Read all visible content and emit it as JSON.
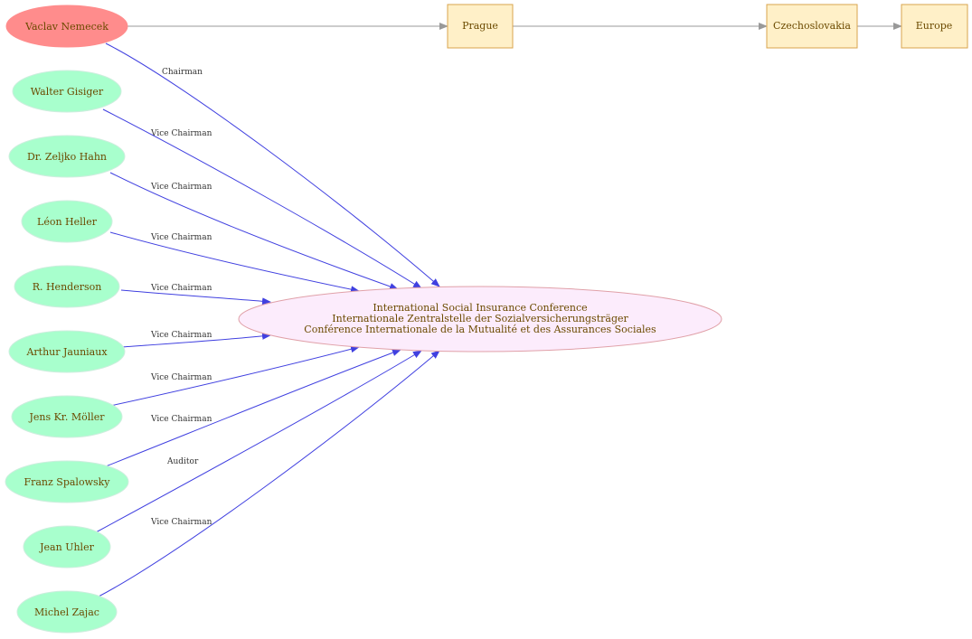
{
  "colors": {
    "focus_fill": "#ff8c8c",
    "person_fill": "#a8ffcd",
    "place_fill": "#fff0c8",
    "place_stroke": "#d9a44e",
    "org_fill": "#fcecfc",
    "org_stroke": "#e0a0a8",
    "edge_role": "#4040e0",
    "edge_location": "#999999",
    "label_text": "#6b4a00"
  },
  "nodes": {
    "nemecek": "Vaclav Nemecek",
    "gisiger": "Walter Gisiger",
    "hahn": "Dr. Zeljko Hahn",
    "heller": "Léon Heller",
    "henderson": "R. Henderson",
    "jauniaux": "Arthur Jauniaux",
    "moller": "Jens Kr. Möller",
    "spalowsky": "Franz Spalowsky",
    "uhler": "Jean Uhler",
    "zajac": "Michel Zajac",
    "prague": "Prague",
    "czechoslovakia": "Czechoslovakia",
    "europe": "Europe"
  },
  "organization": {
    "line1": "International Social Insurance Conference",
    "line2": "Internationale Zentralstelle der Sozialversicherungsträger",
    "line3": "Conférence Internationale de la Mutualité et des Assurances Sociales"
  },
  "edges": {
    "nemecek": "Chairman",
    "gisiger": "Vice Chairman",
    "hahn": "Vice Chairman",
    "heller": "Vice Chairman",
    "henderson": "Vice Chairman",
    "jauniaux": "Vice Chairman",
    "moller": "Vice Chairman",
    "spalowsky": "Vice Chairman",
    "uhler": "Auditor",
    "zajac": "Vice Chairman"
  }
}
